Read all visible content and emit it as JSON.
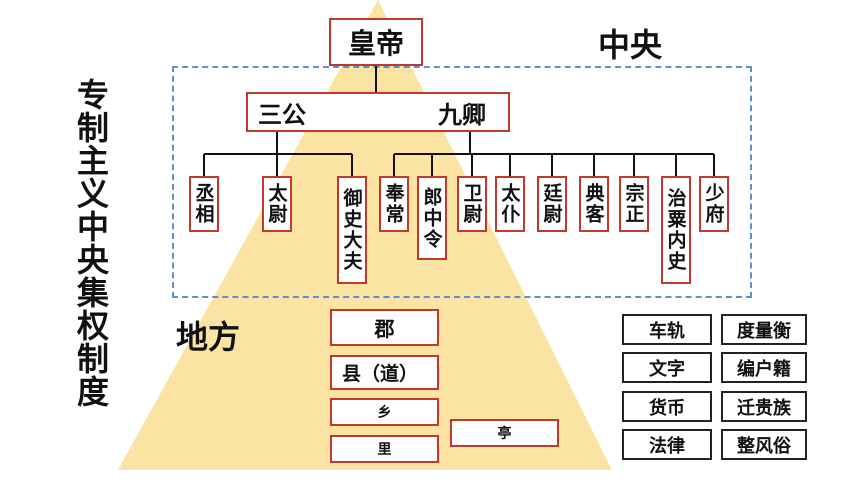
{
  "vertical_title": "专制主义中央集权制度",
  "central_label": "中央",
  "local_label": "地方",
  "emperor": "皇帝",
  "sangong": "三公",
  "jiuqing": "九卿",
  "sangong_offices": [
    "丞相",
    "太尉",
    "御史大夫"
  ],
  "jiuqing_offices": [
    "奉常",
    "郎中令",
    "卫尉",
    "太仆",
    "廷尉",
    "典客",
    "宗正",
    "治粟内史",
    "少府"
  ],
  "local_levels": {
    "jun": "郡",
    "xian": "县（道）",
    "xiang": "乡",
    "li": "里",
    "ting": "亭"
  },
  "policies": [
    [
      "车轨",
      "度量衡"
    ],
    [
      "文字",
      "编户籍"
    ],
    [
      "货币",
      "迁贵族"
    ],
    [
      "法律",
      "整风俗"
    ]
  ],
  "colors": {
    "pyramid": "#fbe3a4",
    "box_border": "#c0392b",
    "dashed_border": "#5b8fd6"
  }
}
